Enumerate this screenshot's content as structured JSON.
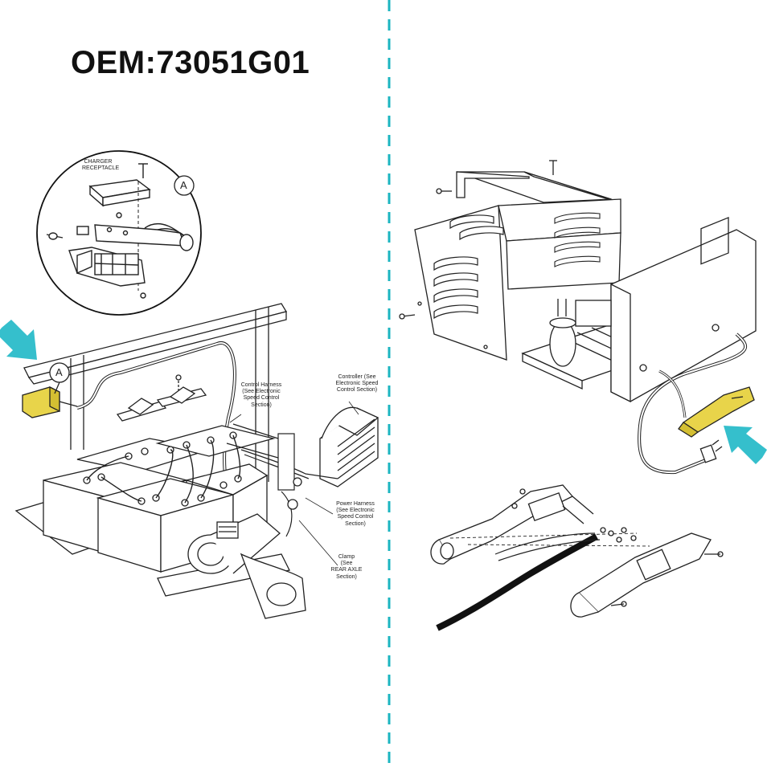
{
  "title": "OEM:73051G01",
  "labels": {
    "charger_receptacle": "CHARGER\nRECEPTACLE",
    "callout_a_inset": "A",
    "callout_a_main": "A",
    "control_harness": "Control Harness\n(See Electronic\nSpeed Control\nSection)",
    "controller": "Controller (See\nElectronic Speed\nControl Section)",
    "power_harness": "Power Harness\n(See Electronic\nSpeed Control\nSection)",
    "clamp": "Clamp\n(See\nREAR AXLE\nSection)"
  },
  "colors": {
    "divider": "#1bb5c0",
    "arrow": "#35bfcc",
    "highlight": "#e8d44a",
    "line": "#222222"
  },
  "icons": {
    "left_arrow": "pointer-arrow-icon",
    "right_arrow": "pointer-arrow-icon"
  }
}
